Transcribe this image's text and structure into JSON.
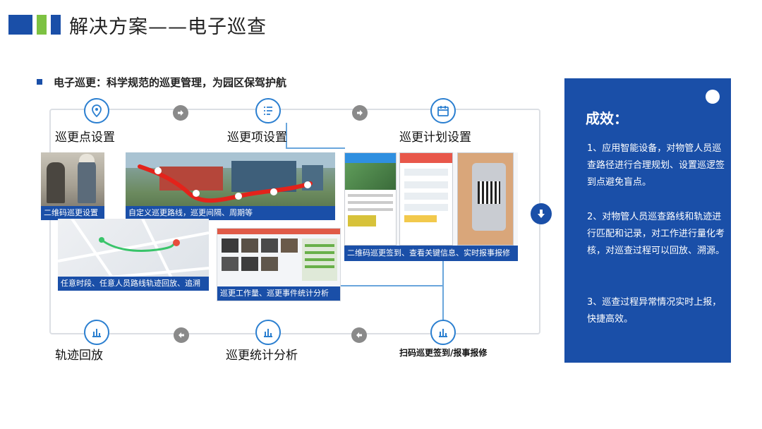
{
  "header": {
    "title": "解决方案——电子巡查",
    "bar_colors": [
      "#1a4fa8",
      "#7dc242",
      "#1a4fa8"
    ]
  },
  "subhead": "电子巡更：科学规范的巡更管理，为园区保驾护航",
  "steps": {
    "top": [
      {
        "label": "巡更点设置",
        "icon": "location-pin-icon"
      },
      {
        "label": "巡更项设置",
        "icon": "checklist-icon"
      },
      {
        "label": "巡更计划设置",
        "icon": "calendar-icon"
      }
    ],
    "bottom": [
      {
        "label": "轨迹回放",
        "icon": "bar-chart-icon"
      },
      {
        "label": "巡更统计分析",
        "icon": "bar-chart-icon"
      },
      {
        "label": "扫码巡更签到/报事报修",
        "icon": "bar-chart-icon"
      }
    ]
  },
  "captions": {
    "qr_setup": "二维码巡更设置",
    "custom_route": "自定义巡更路线，巡更间隔、周期等",
    "replay": "任意时段、任意人员路线轨迹回放、追溯",
    "stats": "巡更工作量、巡更事件统计分析",
    "checkin": "二维码巡更签到、查看关键信息、实时报事报修"
  },
  "panel": {
    "title": "成效：",
    "items": [
      "1、应用智能设备，对物管人员巡查路径进行合理规划、设置巡逻签到点避免盲点。",
      "2、对物管人员巡查路线和轨迹进行匹配和记录，对工作进行量化考核，对巡查过程可以回放、溯源。",
      "3、巡查过程异常情况实时上报，快捷高效。"
    ]
  },
  "colors": {
    "primary": "#1a4fa8",
    "accent_green": "#7dc242",
    "icon_ring": "#2b7fd0",
    "arrow_gray": "#8a8a8a"
  }
}
